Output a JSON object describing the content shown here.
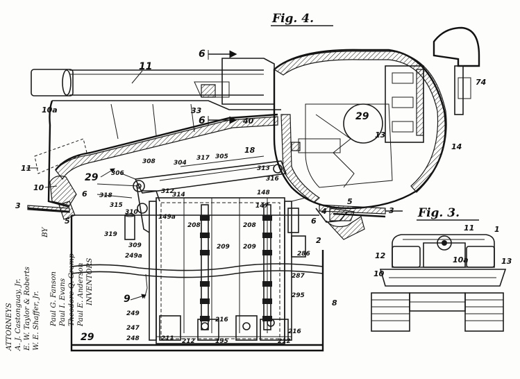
{
  "figures": {
    "fig4_title": "Fig. 4.",
    "fig3_title": "Fig. 3."
  },
  "section_markers": {
    "top": "6",
    "bottom": "6"
  },
  "labels": {
    "l11": "11",
    "l10a": "10a",
    "l10": "10",
    "l11_ghost": "11",
    "l29_left": "29",
    "l29_circle": "29",
    "l13_circle": "13",
    "l14": "14",
    "l74": "74",
    "l33": "33",
    "l40": "40",
    "l18": "18",
    "l305": "305",
    "l317": "317",
    "l304": "304",
    "l308": "308",
    "l306": "306",
    "l313": "313",
    "l316": "316",
    "l318": "318",
    "l315": "315",
    "l312": "312",
    "l314": "314",
    "l310": "310",
    "l309": "309",
    "l319": "319",
    "l149a": "149a",
    "l249a": "249a",
    "l148": "148",
    "l147": "147",
    "l208a": "208",
    "l208b": "208",
    "l209a": "209",
    "l209b": "209",
    "l6a": "6",
    "l6b": "6",
    "l5a": "5",
    "l5b": "5",
    "l3a": "3",
    "l3b": "3",
    "l4": "4",
    "l2": "2",
    "l286": "286",
    "l287": "287",
    "l295": "295",
    "l9": "9",
    "l249": "249",
    "l8": "8",
    "l247": "247",
    "l248": "248",
    "l211": "211",
    "l212a": "212",
    "l212b": "212",
    "l195": "195",
    "l216a": "216",
    "l216b": "216",
    "l29_bottom": "29",
    "f3_1": "1",
    "f3_11": "11",
    "f3_12": "12",
    "f3_13": "13",
    "f3_10": "10",
    "f3_10a": "10a"
  },
  "inventors": {
    "heading": "INVENTORS",
    "names": [
      "Paul E. Anderson",
      "Theodore Q. Cromp",
      "Paul I. Evans",
      "Paul G. Fanson"
    ],
    "by": "BY",
    "attorneys_sig_1": "W. E. Shaffer, Jr.",
    "attorneys_sig_2": "E. W. Taylor & Roberts",
    "attorneys_sig_3": "A. J. Castonguay, Jr.",
    "attorneys_heading": "ATTORNEYS"
  }
}
